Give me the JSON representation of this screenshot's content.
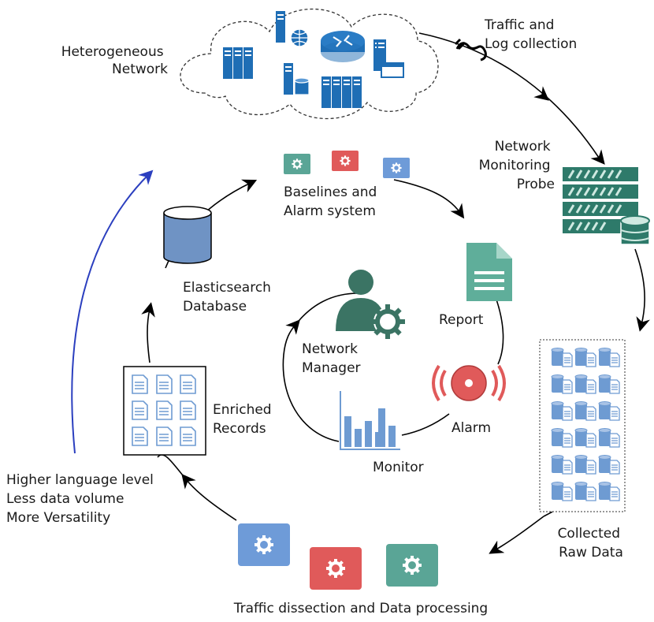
{
  "labels": {
    "heterogeneous_network": [
      "Heterogeneous",
      "Network"
    ],
    "traffic_log_collection": [
      "Traffic and",
      "Log collection"
    ],
    "network_monitoring_probe": [
      "Network",
      "Monitoring",
      "Probe"
    ],
    "collected_raw_data": [
      "Collected",
      "Raw Data"
    ],
    "traffic_dissection": [
      "Traffic dissection and Data processing"
    ],
    "enriched_records": [
      "Enriched",
      "Records"
    ],
    "elasticsearch_database": [
      "Elasticsearch",
      "Database"
    ],
    "baselines_alarm": [
      "Baselines and",
      "Alarm system"
    ],
    "report": [
      "Report"
    ],
    "alarm": [
      "Alarm"
    ],
    "monitor": [
      "Monitor"
    ],
    "network_manager": [
      "Network",
      "Manager"
    ],
    "abstraction_note": [
      "Higher language level",
      "Less data volume",
      "More Versatility"
    ]
  },
  "colors": {
    "network_blue": "#1f6eb5",
    "probe_teal": "#2e7a6a",
    "probe_light": "#cfe9e1",
    "raw_data_blue": "#6e9bd2",
    "gear_blue": "#6e9bd8",
    "gear_red": "#e05a5a",
    "gear_teal": "#5aa596",
    "db_blue": "#6f93c4",
    "report_teal": "#5fae9a",
    "alarm_red": "#e05a5a",
    "monitor_blue": "#6e9bd2",
    "manager_teal": "#3b7464",
    "abstraction_arrow": "#2b3fbf"
  },
  "icons": [
    "cloud-icon",
    "server-icon",
    "router-icon",
    "plug-icon",
    "probe-server-icon",
    "raw-data-grid-icon",
    "gear-icon",
    "document-grid-icon",
    "database-icon",
    "report-icon",
    "alarm-icon",
    "bar-chart-icon",
    "user-gear-icon"
  ]
}
